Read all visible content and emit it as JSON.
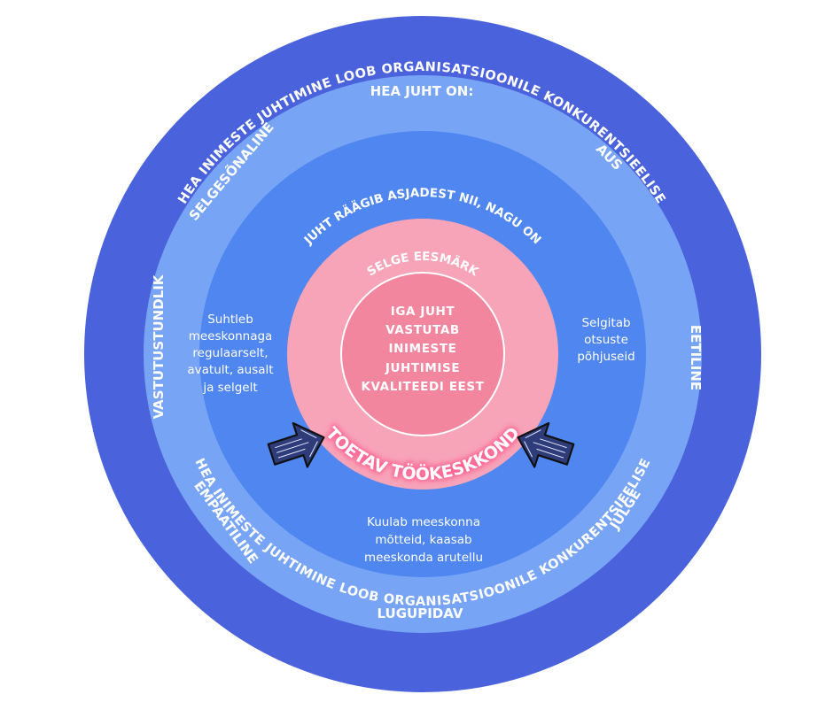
{
  "colors": {
    "outer_ring": "#4a62dc",
    "second_ring": "#78a4f5",
    "third_ring": "#4f86ef",
    "pink_ring": "#f7a3b8",
    "pink_core": "#f3869f",
    "text": "#ffffff",
    "arrow_fill": "#2e3d7a",
    "glow": "#ff5f8f"
  },
  "outer_ring": {
    "top_text": "HEA INIMESTE JUHTIMINE LOOB ORGANISATSIOONILE KONKURENTSIEELISE",
    "bottom_text": "HEA INIMESTE JUHTIMINE LOOB ORGANISATSIOONILE KONKURENTSIEELISE"
  },
  "second_ring": {
    "title": "HEA JUHT ON:",
    "traits": {
      "aus": "AUS",
      "eetiline": "EETILINE",
      "julge": "JULGE",
      "lugupidav": "LUGUPIDAV",
      "empaatiline": "EMPAATILINE",
      "vastutustundlik": "VASTUTUSTUNDLIK",
      "selgesonaline": "SELGESÕNALINE"
    }
  },
  "third_ring": {
    "title": "JUHT RÄÄGIB ASJADEST NII, NAGU ON",
    "left_lines": [
      "Suhtleb",
      "meeskonnaga",
      "regulaarselt,",
      "avatult, ausalt",
      "ja selgelt"
    ],
    "right_lines": [
      "Selgitab",
      "otsuste",
      "põhjuseid"
    ],
    "bottom_lines": [
      "Kuulab meeskonna",
      "mõtteid, kaasab",
      "meeskonda arutellu"
    ]
  },
  "pink_ring": {
    "top_text": "SELGE EESMÄRK",
    "bottom_text": "TOETAV TÖÖKESKKOND"
  },
  "core": {
    "lines": [
      "IGA JUHT",
      "VASTUTAB",
      "INIMESTE",
      "JUHTIMISE",
      "KVALITEEDI EEST"
    ]
  },
  "icons": {
    "left_arrow": "arrow-up-right-icon",
    "right_arrow": "arrow-up-left-icon"
  }
}
